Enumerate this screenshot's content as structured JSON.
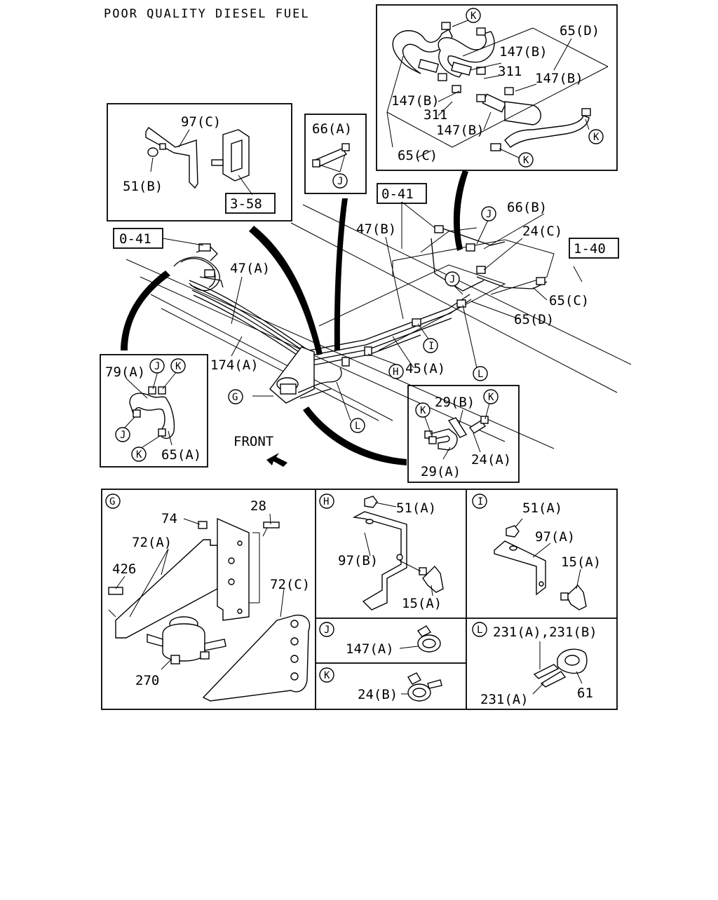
{
  "title": "POOR QUALITY DIESEL FUEL",
  "front_label": "FRONT",
  "refs": {
    "r_0_41_left": "0-41",
    "r_0_41_top": "0-41",
    "r_1_40": "1-40",
    "r_3_58": "3-58"
  },
  "labels": {
    "l_65D_top": "65(D)",
    "l_147B_1": "147(B)",
    "l_311_1": "311",
    "l_147B_2": "147(B)",
    "l_147B_3": "147(B)",
    "l_311_2": "311",
    "l_147B_4": "147(B)",
    "l_65C_top": "65(C)",
    "l_97C": "97(C)",
    "l_51B": "51(B)",
    "l_66A": "66(A)",
    "l_66B": "66(B)",
    "l_24C": "24(C)",
    "l_47B": "47(B)",
    "l_47A": "47(A)",
    "l_174A": "174(A)",
    "l_65C_main": "65(C)",
    "l_65D_main": "65(D)",
    "l_45A": "45(A)",
    "l_79A": "79(A)",
    "l_65A": "65(A)",
    "l_29B": "29(B)",
    "l_29A": "29(A)",
    "l_24A": "24(A)",
    "l_28": "28",
    "l_74": "74",
    "l_72A": "72(A)",
    "l_426": "426",
    "l_72C": "72(C)",
    "l_270": "270",
    "l_51A_H": "51(A)",
    "l_97B": "97(B)",
    "l_15A_H": "15(A)",
    "l_51A_I": "51(A)",
    "l_97A": "97(A)",
    "l_15A_I": "15(A)",
    "l_147A": "147(A)",
    "l_24B": "24(B)",
    "l_231AB": "231(A),231(B)",
    "l_61": "61",
    "l_231A": "231(A)"
  },
  "callouts": {
    "K": "K",
    "J": "J",
    "G": "G",
    "H": "H",
    "I": "I",
    "L": "L"
  }
}
